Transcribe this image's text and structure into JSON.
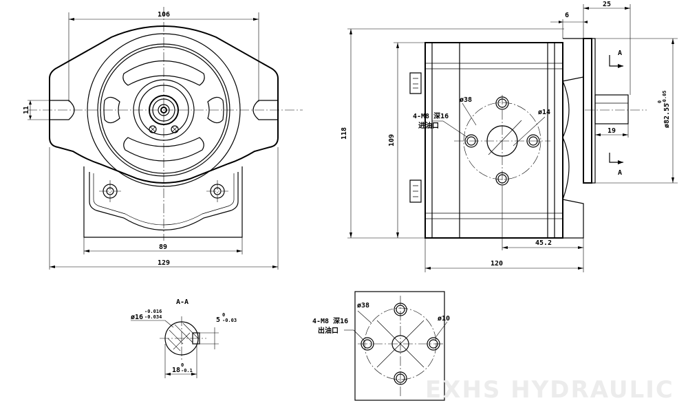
{
  "dimensions": {
    "front_width_top": "106",
    "front_flange_width": "129",
    "front_base_width": "89",
    "side_height_outer": "118",
    "side_height_inner": "109",
    "side_length": "120",
    "port_offset": "45.2",
    "flange_width": "25",
    "flange_step": "6",
    "shaft_length": "19",
    "slot_width": "11",
    "shaft_dia": "ø82.55",
    "shaft_dia_tol_upper": "0",
    "shaft_dia_tol_lower": "-0.05",
    "port_pcd": "ø38",
    "port_dia": "ø14",
    "bottom_pcd": "ø38",
    "bottom_port_dia": "ø10",
    "section_dia": "ø16",
    "section_dia_tol_upper": "-0.016",
    "section_dia_tol_lower": "-0.034",
    "key_width": "5",
    "key_tol_upper": "0",
    "key_tol_lower": "-0.03",
    "key_height": "18",
    "key_height_tol_upper": "0",
    "key_height_tol_lower": "-0.1"
  },
  "labels": {
    "section_title": "A-A",
    "section_mark": "A",
    "inlet_thread": "4-M8 深16",
    "inlet_name": "进油口",
    "outlet_thread": "4-M8 深16",
    "outlet_name": "出油口"
  },
  "watermark": "EXHS HYDRAULIC"
}
